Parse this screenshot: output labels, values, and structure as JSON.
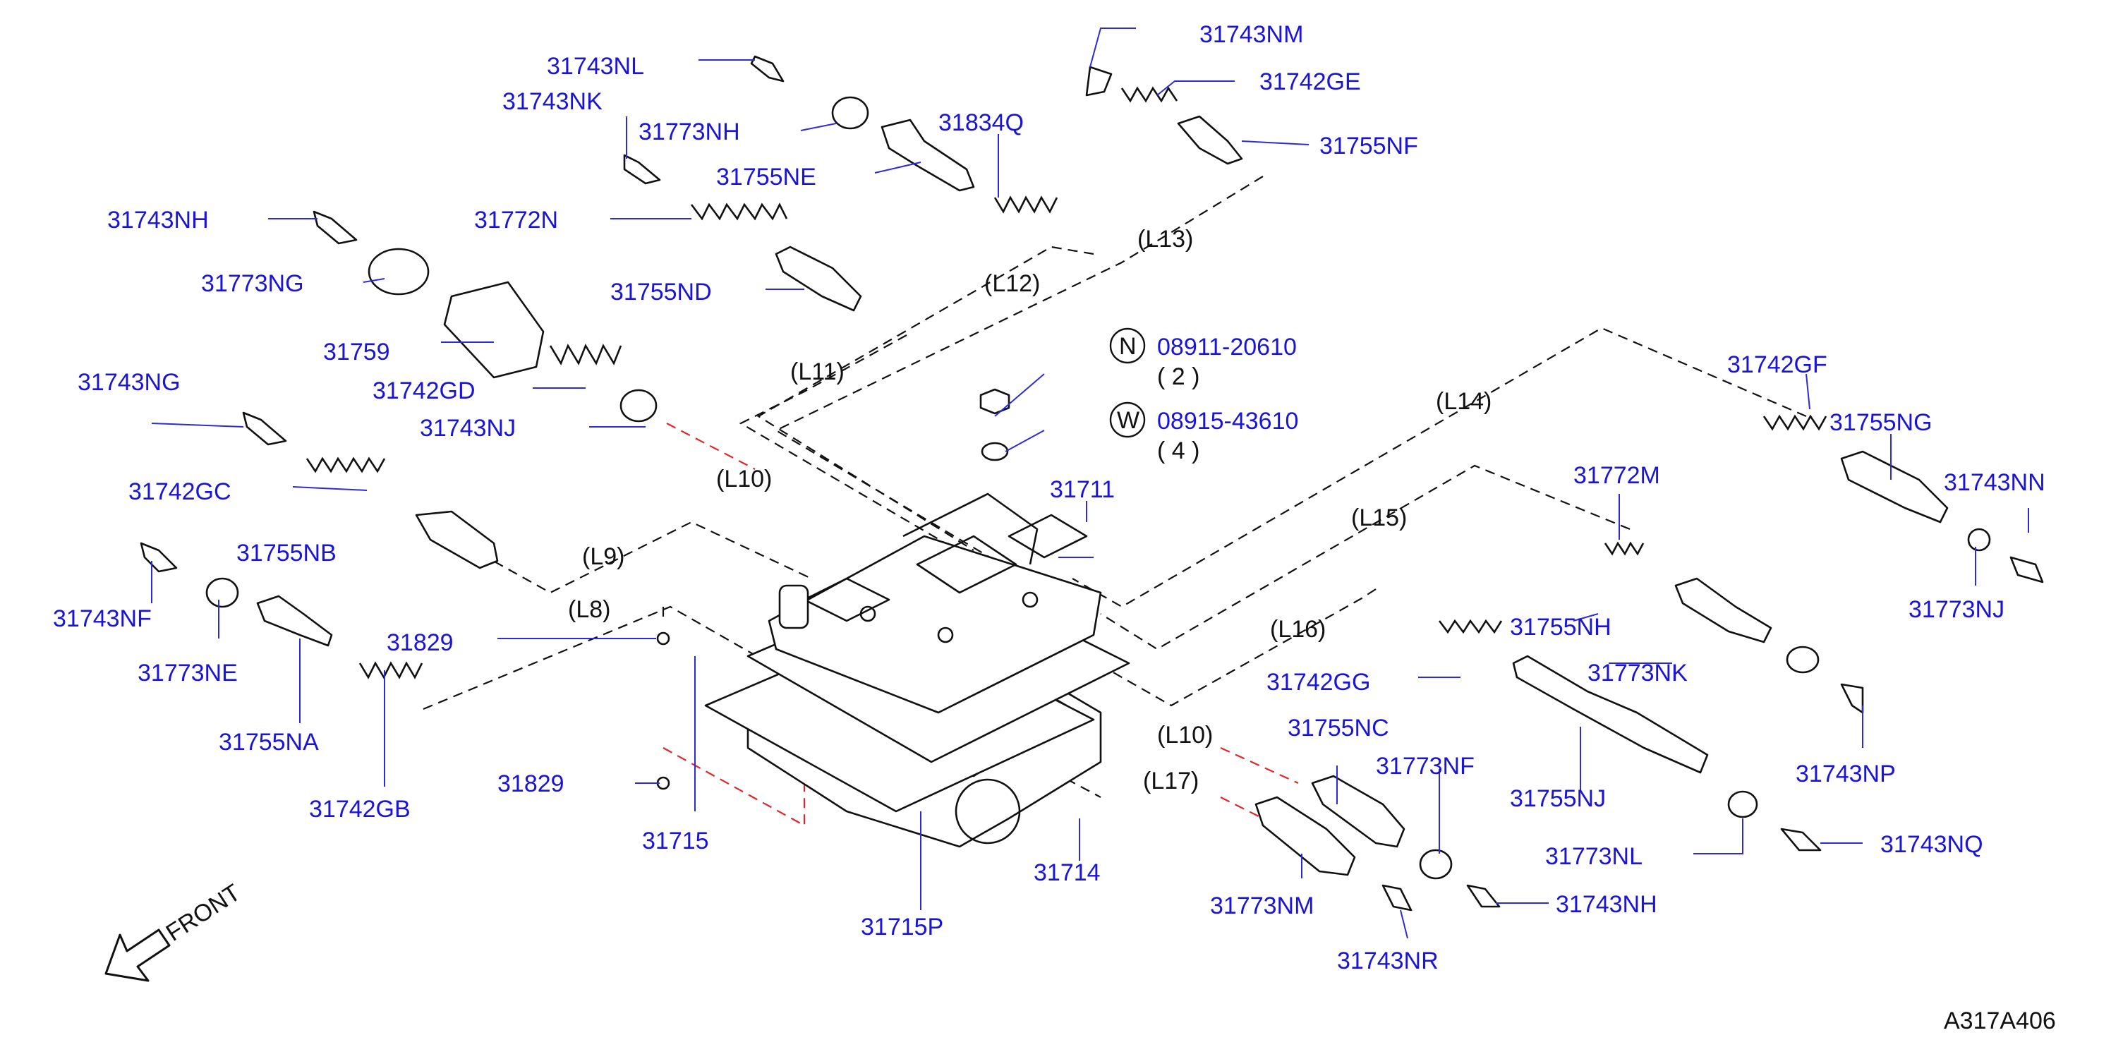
{
  "diagram_code": "A317A406",
  "front_label": "FRONT",
  "colors": {
    "part_label": "#1a14d8",
    "line_label": "#111111",
    "leader": "#2d2bd9",
    "red_line": "#e0262a"
  },
  "fasteners": [
    {
      "symbol": "N",
      "part": "08911-20610",
      "qty": "( 2 )"
    },
    {
      "symbol": "W",
      "part": "08915-43610",
      "qty": "( 4 )"
    }
  ],
  "labels": {
    "p31743NM": "31743NM",
    "p31743NL": "31743NL",
    "p31742GE": "31742GE",
    "p31743NK": "31743NK",
    "p31773NH": "31773NH",
    "p31834Q": "31834Q",
    "p31755NF": "31755NF",
    "p31755NE": "31755NE",
    "p31743NH_a": "31743NH",
    "p31772N": "31772N",
    "p31773NG": "31773NG",
    "p31755ND": "31755ND",
    "p31759": "31759",
    "p31742GD": "31742GD",
    "p31743NG": "31743NG",
    "p31743NJ": "31743NJ",
    "p31742GC": "31742GC",
    "p31755NB": "31755NB",
    "p31743NF": "31743NF",
    "p31829_a": "31829",
    "p31773NE": "31773NE",
    "p31755NA": "31755NA",
    "p31742GB": "31742GB",
    "p31829_b": "31829",
    "p31715": "31715",
    "p31715P": "31715P",
    "p31714": "31714",
    "p31711": "31711",
    "p31742GF": "31742GF",
    "p31755NG": "31755NG",
    "p31743NN": "31743NN",
    "p31772M": "31772M",
    "p31773NJ": "31773NJ",
    "p31755NH": "31755NH",
    "p31742GG": "31742GG",
    "p31773NK": "31773NK",
    "p31755NC": "31755NC",
    "p31773NF": "31773NF",
    "p31755NJ": "31755NJ",
    "p31743NP": "31743NP",
    "p31773NL": "31773NL",
    "p31743NQ": "31743NQ",
    "p31773NM": "31773NM",
    "p31743NH_b": "31743NH",
    "p31743NR": "31743NR"
  },
  "line_refs": {
    "L8": "(L8)",
    "L9": "(L9)",
    "L10a": "(L10)",
    "L10b": "(L10)",
    "L11": "(L11)",
    "L12": "(L12)",
    "L13": "(L13)",
    "L14": "(L14)",
    "L15": "(L15)",
    "L16": "(L16)",
    "L17": "(L17)"
  }
}
